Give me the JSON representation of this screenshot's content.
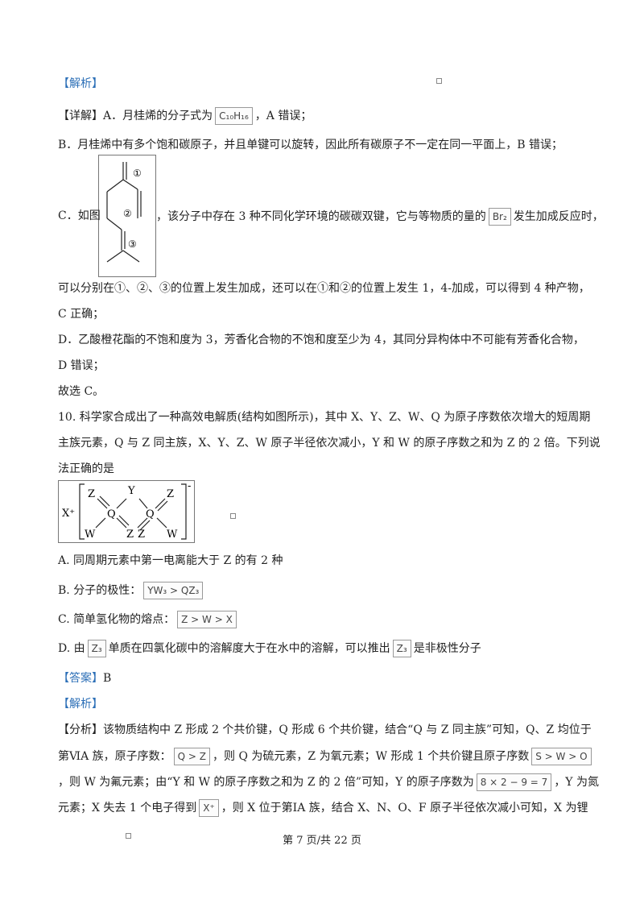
{
  "blocks": {
    "analysis1": "【解析】",
    "detail_prefix": "【详解】A．月桂烯的分子式为",
    "detail_formula": "C₁₀H₁₆",
    "detail_suffix": "，A 错误；",
    "line_b": "B．月桂烯中有多个饱和碳原子，并且单键可以旋转，因此所有碳原子不一定在同一平面上，B 错误；",
    "line_c_prefix": "C．如图",
    "line_c_mid": "，该分子中存在 3 种不同化学环境的碳碳双键，它与等物质的量的",
    "line_c_br": "Br₂",
    "line_c_end": "发生加成反应时，",
    "line_c2": "可以分别在①、②、③的位置上发生加成，还可以在①和②的位置上发生 1，4-加成，可以得到 4 种产物，",
    "line_c3": "C 正确；",
    "line_d": "D．乙酸橙花酯的不饱和度为 3，芳香化合物的不饱和度至少为 4，其同分异构体中不可能有芳香化合物，",
    "line_d2": "D 错误；",
    "choose": "故选 C。",
    "q10_l1": "10. 科学家合成出了一种高效电解质(结构如图所示)，其中 X、Y、Z、W、Q 为原子序数依次增大的短周期",
    "q10_l2": "主族元素，Q 与 Z 同主族，X、Y、Z、W 原子半径依次减小，Y 和 W 的原子序数之和为 Z 的 2 倍。下列说",
    "q10_l3": "法正确的是",
    "opt_a": "A. 同周期元素中第一电离能大于 Z 的有 2 种",
    "opt_b_prefix": "B. 分子的极性：",
    "opt_b_box": "YW₃ > QZ₃",
    "opt_c_prefix": "C. 简单氢化物的熔点：",
    "opt_c_box": "Z > W > X",
    "opt_d1": "D. 由",
    "opt_d_box1": "Z₃",
    "opt_d2": "单质在四氯化碳中的溶解度大于在水中的溶解，可以推出",
    "opt_d_box2": "Z₃",
    "opt_d3": "是非极性分子",
    "answer_label": "【答案】",
    "answer_val": "B",
    "analysis2": "【解析】",
    "an_l1": "【分析】该物质结构中 Z 形成 2 个共价键，Q 形成 6 个共价键，结合“Q 与 Z 同主族”可知，Q、Z 均位于",
    "an_l2_a": "第ⅥA 族，原子序数：",
    "an_l2_box": "Q > Z",
    "an_l2_b": "，则 Q 为硫元素，Z 为氧元素；W 形成 1 个共价键且原子序数",
    "an_l2_box2": "S > W > O",
    "an_l3_a": "，则 W 为氟元素；由“Y 和 W 的原子序数之和为 Z 的 2 倍”可知，Y 的原子序数为",
    "an_l3_box": "8 × 2 − 9 = 7",
    "an_l3_b": "，Y 为氮",
    "an_l4_a": "元素；X 失去 1 个电子得到",
    "an_l4_box": "X⁺",
    "an_l4_b": "，则 X 位于第ⅠA 族，结合 X、N、O、F 原子半径依次减小可知，X 为锂"
  },
  "struct1": {
    "labels": [
      "①",
      "②",
      "③"
    ]
  },
  "struct2": {
    "cation": "X⁺",
    "charge": "-",
    "atoms": [
      "Y",
      "Z",
      "Z",
      "Q",
      "Q",
      "W",
      "Z",
      "Z",
      "W"
    ]
  },
  "footer": "第 7 页/共 22 页"
}
